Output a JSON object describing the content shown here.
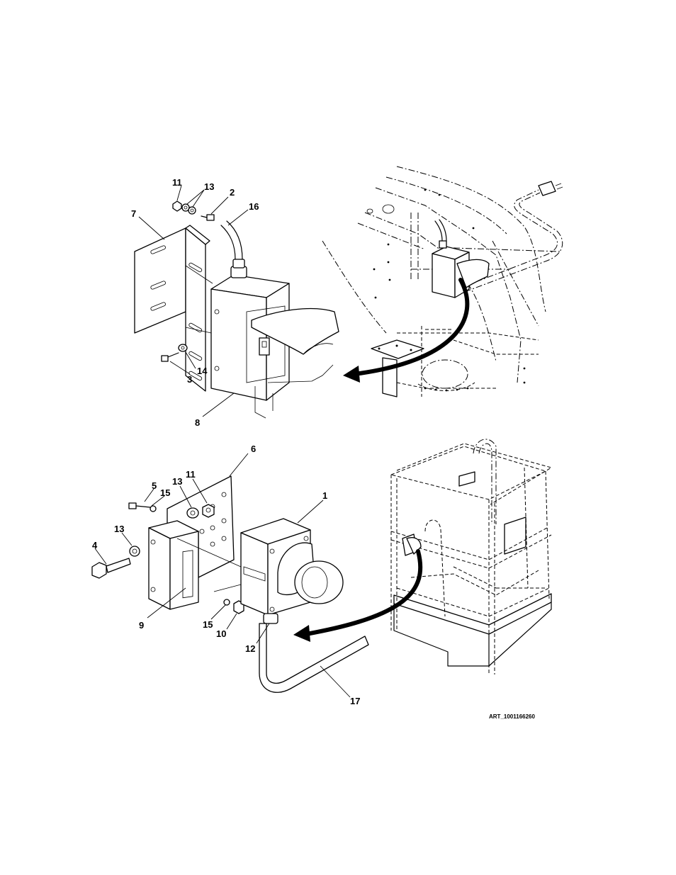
{
  "art_reference": "ART_1001166260",
  "callouts_top": [
    "11",
    "13",
    "2",
    "16",
    "7",
    "14",
    "3",
    "8"
  ],
  "callouts_bottom": [
    "6",
    "11",
    "13",
    "5",
    "15",
    "1",
    "13",
    "4",
    "9",
    "15",
    "10",
    "12",
    "17"
  ]
}
